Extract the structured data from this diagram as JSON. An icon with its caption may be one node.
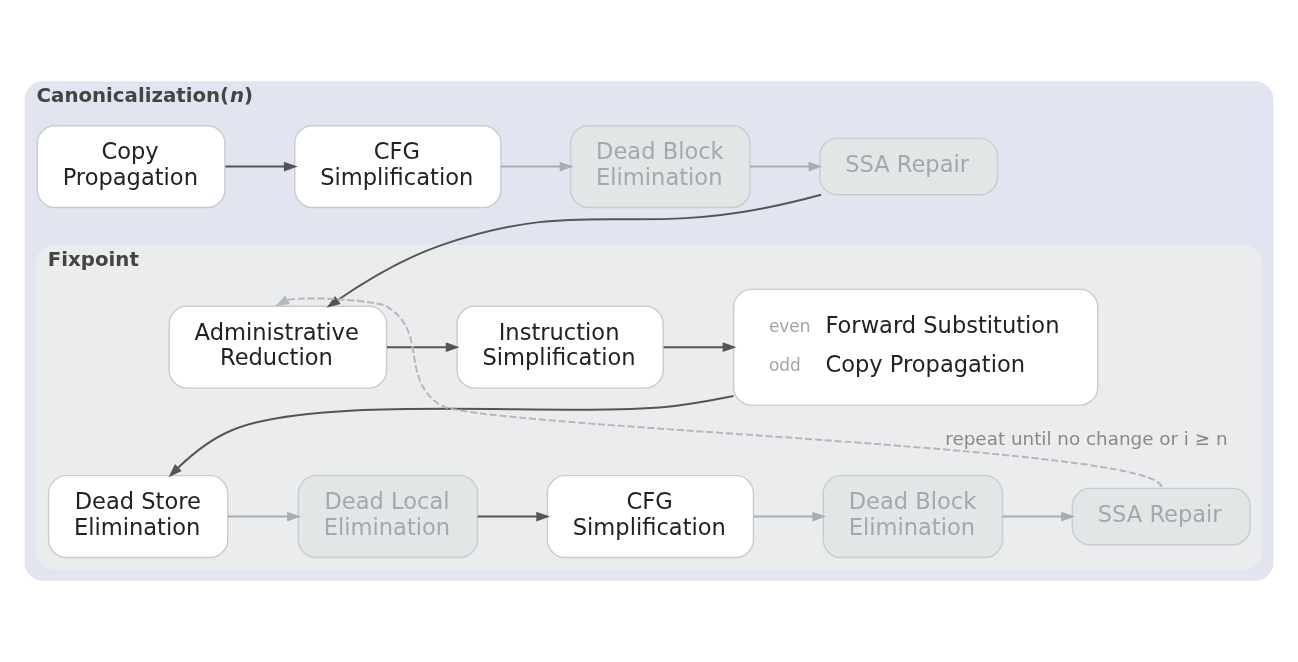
{
  "diagram": {
    "nodes": [
      {
        "text": [
          "Canonicalization(*n*)"
        ]
      },
      {
        "text": [
          "Copy Propagation"
        ],
        "in": 0
      },
      {
        "text": [
          "CFG Simplification"
        ],
        "in": 0
      },
      {
        "text": [
          "Dead Block Elimination"
        ],
        "in": 0
      },
      {
        "text": [
          "SSA Repair"
        ],
        "in": 0
      },
      {
        "text": [
          "Fixpoint"
        ],
        "in": 0
      },
      {
        "text": [
          "Administrative Reduction"
        ],
        "in": 5
      },
      {
        "text": [
          "Instruction Simplification"
        ],
        "in": 5
      },
      {
        "text": [
          "even",
          "Forward Substitution",
          "odd",
          "Copy Propagation"
        ],
        "in": 5
      },
      {
        "text": [
          "Dead Store Elimination"
        ],
        "in": 5
      },
      {
        "text": [
          "Dead Local Elimination"
        ],
        "in": 5
      },
      {
        "text": [
          "CFG Simplification"
        ],
        "in": 5
      },
      {
        "text": [
          "Dead Block Elimination"
        ],
        "in": 5
      },
      {
        "text": [
          "SSA Repair"
        ],
        "in": 5
      }
    ],
    "edges": [
      {
        "from": 1,
        "to": 2,
        "arrow": "to"
      },
      {
        "from": 2,
        "to": 3,
        "arrow": "to",
        "color": "#a8adb2"
      },
      {
        "from": 3,
        "to": 4,
        "arrow": "to",
        "color": "#a8adb2"
      },
      {
        "from": 4,
        "to": 6,
        "arrow": "to"
      },
      {
        "from": 6,
        "to": 7,
        "arrow": "to"
      },
      {
        "from": 7,
        "to": 8,
        "arrow": "to"
      },
      {
        "from": 8,
        "to": 9,
        "arrow": "to"
      },
      {
        "from": 9,
        "to": 10,
        "arrow": "to",
        "color": "#a8adb2"
      },
      {
        "from": 10,
        "to": 11,
        "arrow": "to"
      },
      {
        "from": 11,
        "to": 12,
        "arrow": "to",
        "color": "#a8adb2"
      },
      {
        "from": 12,
        "to": 13,
        "arrow": "to",
        "color": "#a8adb2"
      },
      {
        "from": 13,
        "to": 6,
        "arrow": "to",
        "style": "dashed",
        "color": "#b4b8bc",
        "label": "repeat until no change or i ≥ n"
      }
    ]
  }
}
